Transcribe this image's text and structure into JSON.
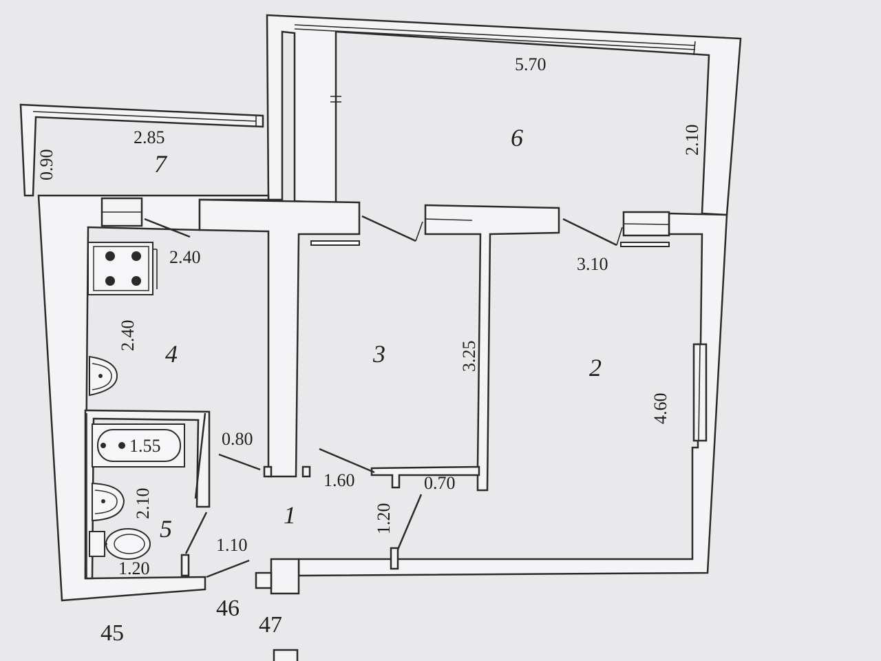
{
  "plan": {
    "rooms": {
      "r1": "1",
      "r2": "2",
      "r3": "3",
      "r4": "4",
      "r5": "5",
      "r6": "6",
      "r7": "7"
    },
    "dimensions": {
      "balcony6_length": "5.70",
      "balcony6_width": "2.10",
      "balcony7_length": "2.85",
      "balcony7_width": "0.90",
      "kitchen_width": "2.40",
      "kitchen_depth": "2.40",
      "room2_width": "3.10",
      "room2_depth": "4.60",
      "room3_depth": "3.25",
      "bath_tub": "1.55",
      "bath_depth": "2.10",
      "bath_width": "1.20",
      "corridor_a": "0.80",
      "corridor_b": "1.60",
      "corridor_c": "0.70",
      "corridor_d": "1.20",
      "corridor_e": "1.10"
    },
    "apartments": {
      "a45": "45",
      "a46": "46",
      "a47": "47"
    }
  }
}
